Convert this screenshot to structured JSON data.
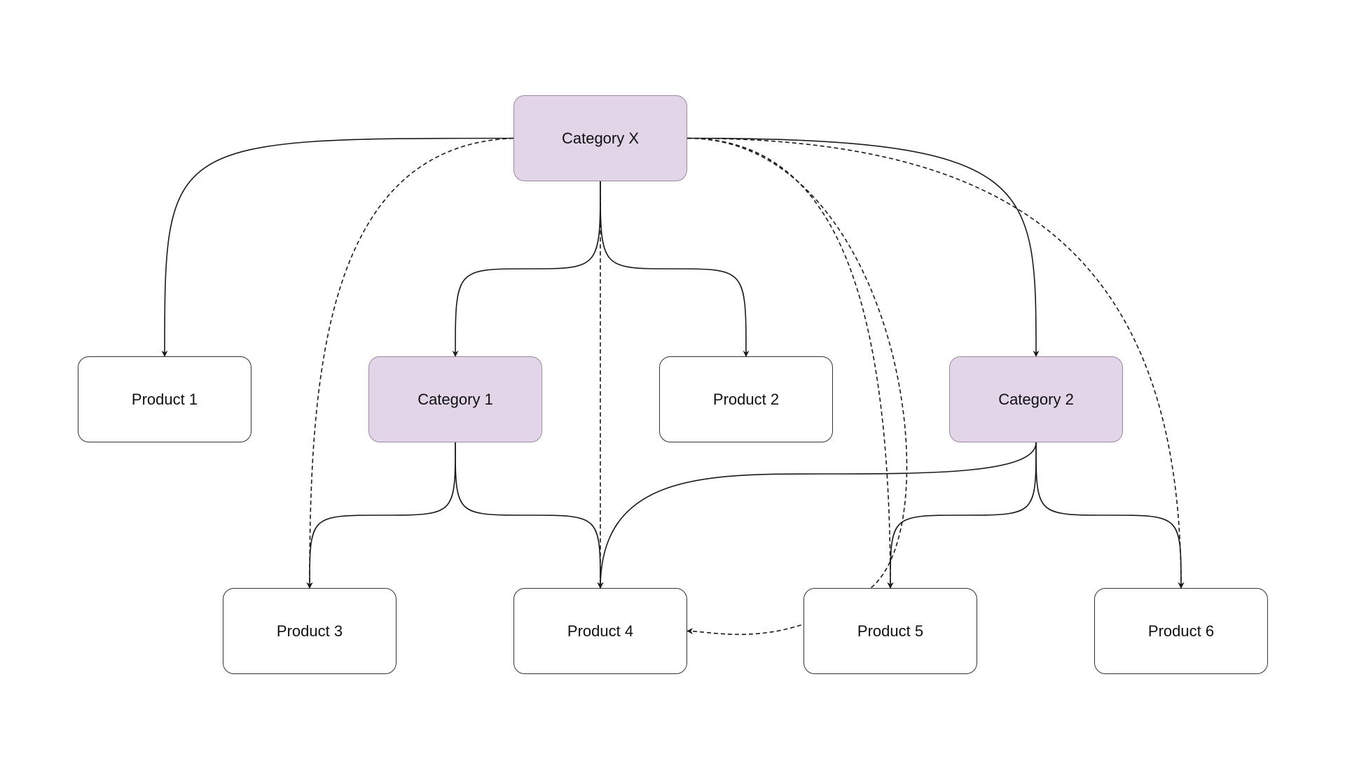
{
  "diagram": {
    "nodes": [
      {
        "id": "catX",
        "label": "Category X",
        "kind": "category"
      },
      {
        "id": "p1",
        "label": "Product 1",
        "kind": "product"
      },
      {
        "id": "cat1",
        "label": "Category 1",
        "kind": "category"
      },
      {
        "id": "p2",
        "label": "Product 2",
        "kind": "product"
      },
      {
        "id": "cat2",
        "label": "Category 2",
        "kind": "category"
      },
      {
        "id": "p3",
        "label": "Product 3",
        "kind": "product"
      },
      {
        "id": "p4",
        "label": "Product 4",
        "kind": "product"
      },
      {
        "id": "p5",
        "label": "Product 5",
        "kind": "product"
      },
      {
        "id": "p6",
        "label": "Product 6",
        "kind": "product"
      }
    ],
    "edges": [
      {
        "from": "catX",
        "to": "p1",
        "style": "solid"
      },
      {
        "from": "catX",
        "to": "cat1",
        "style": "solid"
      },
      {
        "from": "catX",
        "to": "p2",
        "style": "solid"
      },
      {
        "from": "catX",
        "to": "cat2",
        "style": "solid"
      },
      {
        "from": "catX",
        "to": "p3",
        "style": "dashed"
      },
      {
        "from": "catX",
        "to": "p4",
        "style": "dashed"
      },
      {
        "from": "catX",
        "to": "p4",
        "style": "dashed",
        "note": "enters right side"
      },
      {
        "from": "catX",
        "to": "p5",
        "style": "dashed"
      },
      {
        "from": "catX",
        "to": "p6",
        "style": "dashed"
      },
      {
        "from": "cat1",
        "to": "p3",
        "style": "solid"
      },
      {
        "from": "cat1",
        "to": "p4",
        "style": "solid"
      },
      {
        "from": "cat2",
        "to": "p4",
        "style": "solid"
      },
      {
        "from": "cat2",
        "to": "p5",
        "style": "solid"
      },
      {
        "from": "cat2",
        "to": "p6",
        "style": "solid"
      }
    ],
    "colors": {
      "category_fill": "#e1d5e7",
      "category_border": "#9a8aa3",
      "product_fill": "#ffffff",
      "edge": "#1a1a1a"
    }
  }
}
